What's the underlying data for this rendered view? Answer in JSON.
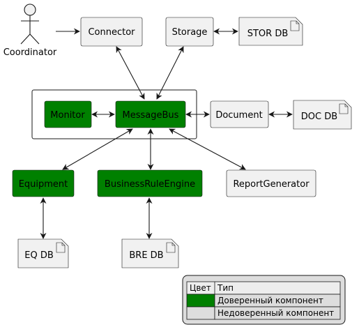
{
  "colors": {
    "trusted": "#008000",
    "untrusted": "#f1f1f1",
    "stroke": "#181818",
    "legend_bg": "#dddddd",
    "legend_header": "#ededed"
  },
  "actor": {
    "label": "Coordinator"
  },
  "nodes": {
    "connector": "Connector",
    "storage": "Storage",
    "stor_db": "STOR DB",
    "monitor": "Monitor",
    "messagebus": "MessageBus",
    "document": "Document",
    "doc_db": "DOC DB",
    "equipment": "Equipment",
    "bre": "BusinessRuleEngine",
    "report": "ReportGenerator",
    "eq_db": "EQ DB",
    "bre_db": "BRE DB"
  },
  "legend": {
    "header_color": "Цвет",
    "header_type": "Тип",
    "row_trusted": "Доверенный компонент",
    "row_untrusted": "Недоверенный компонент"
  }
}
